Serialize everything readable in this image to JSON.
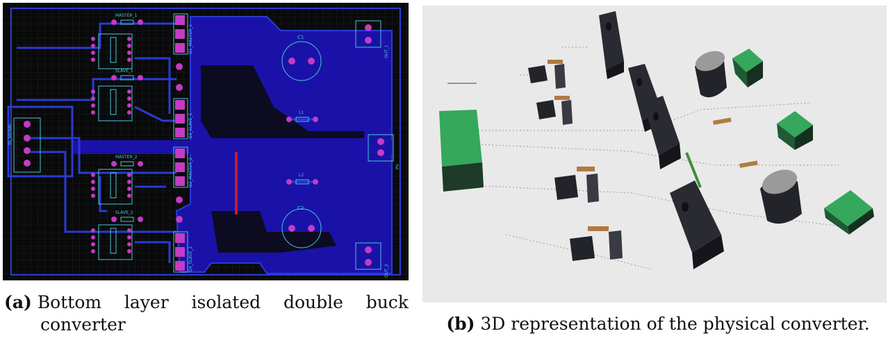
{
  "figure_a": {
    "silkscreen_labels": {
      "master1": "MASTER_1",
      "slave1": "SLAVE_1",
      "master2": "MASTER_2",
      "slave2": "SLAVE_2",
      "c1": "C1",
      "c2": "C2",
      "l1": "L1",
      "l2": "L2",
      "q1": "Q1_MASTER_1",
      "q3": "Q3_SLAVE_1",
      "q2": "Q2_MASTER_2",
      "q4": "Q4_SLAVE_2",
      "in_signal": "IN_SIGNAL",
      "out1": "OUT_1",
      "out2": "OUT_2",
      "pv": "PV"
    },
    "colors": {
      "background": "#0a0a0a",
      "copper_pour": "#1a12a8",
      "trace": "#2a3bd6",
      "pad": "#c43bc4",
      "outline": "#48c8d8",
      "jumper": "#c81e1e"
    }
  },
  "figure_b": {
    "colors": {
      "background": "#e9e9e9",
      "connector": "#35a85c",
      "component_body": "#23232a",
      "capacitor_top": "#9a9a9a"
    }
  },
  "captions": {
    "a_tag": "(a)",
    "a_line1_words": [
      "Bottom",
      "layer",
      "isolated",
      "double",
      "buck"
    ],
    "a_line2": "converter",
    "b_tag": "(b)",
    "b_text": "3D representation of the physical converter."
  }
}
